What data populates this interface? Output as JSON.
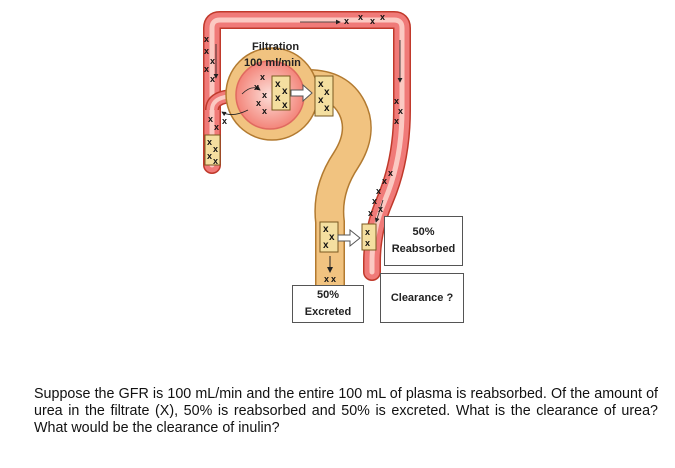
{
  "diagram": {
    "filtration_label": "Filtration",
    "filtration_rate": "100 ml/min",
    "marker": "x",
    "boxes": {
      "reabsorbed_pct": "50%",
      "reabsorbed_label": "Reabsorbed",
      "excreted_pct": "50%",
      "excreted_label": "Excreted",
      "clearance_label": "Clearance ?"
    },
    "colors": {
      "vessel": "#f07a78",
      "vessel_outline": "#c0392b",
      "vessel_inner": "#fbc9c2",
      "glomerulus": "#f59a8e",
      "tubule": "#f1c380",
      "tubule_outline": "#b27a30",
      "marker_box": "#f4dfa0"
    }
  },
  "question": "Suppose the GFR is 100 mL/min and the entire 100 mL of plasma is reabsorbed. Of the amount of urea in the filtrate (X), 50% is reabsorbed and 50% is excreted. What is the clearance of urea? What would be the clearance of inulin?"
}
